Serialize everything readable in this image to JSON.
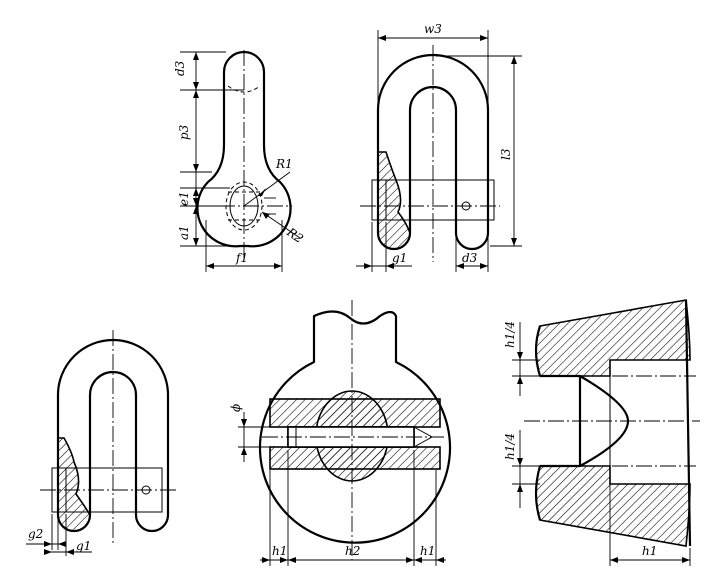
{
  "views": {
    "top_left": {
      "labels": {
        "d3": "d3",
        "p3": "p3",
        "R1": "R1",
        "e1": "e1",
        "R2": "R2",
        "a1": "a1",
        "f1": "f1"
      }
    },
    "top_right": {
      "labels": {
        "w3": "w3",
        "l3": "l3",
        "g1": "g1",
        "d3": "d3"
      }
    },
    "bottom_left": {
      "labels": {
        "g2": "g2",
        "g1": "g1"
      }
    },
    "bottom_center": {
      "labels": {
        "phi": "ϕ",
        "h1_left": "h1",
        "h2": "h2",
        "h1_right": "h1"
      }
    },
    "bottom_right": {
      "labels": {
        "h1_4_top": "h1/4",
        "h1_4_bottom": "h1/4",
        "h1": "h1"
      }
    }
  }
}
